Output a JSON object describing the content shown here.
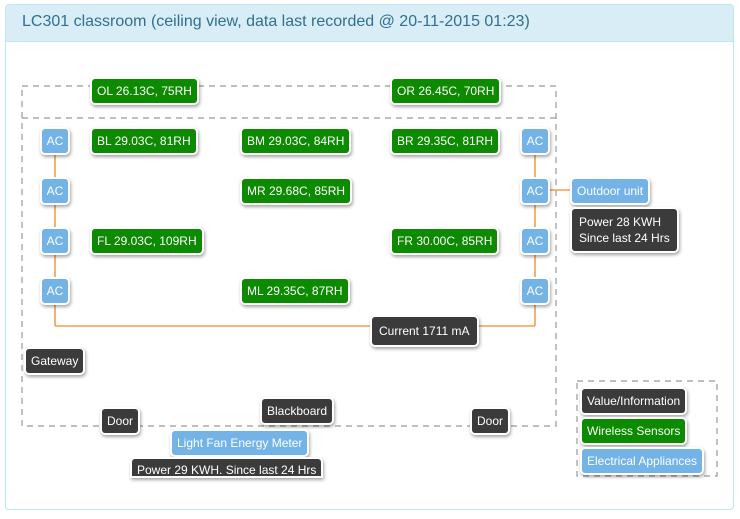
{
  "header": {
    "title": "LC301 classroom (ceiling view, data last recorded @ 20-11-2015 01:23)"
  },
  "sensors": {
    "ol": "OL 26.13C, 75RH",
    "or": "OR 26.45C, 70RH",
    "bl": "BL 29.03C, 81RH",
    "bm": "BM 29.03C, 84RH",
    "br": "BR 29.35C, 81RH",
    "mr": "MR 29.68C, 85RH",
    "fl": "FL 29.03C, 109RH",
    "fr": "FR 30.00C, 85RH",
    "ml": "ML 29.35C, 87RH"
  },
  "appliances": {
    "ac_label": "AC",
    "outdoor_unit": "Outdoor unit",
    "light_fan_meter": "Light Fan Energy Meter"
  },
  "info": {
    "outdoor_power_line1": "Power 28 KWH",
    "outdoor_power_line2": "Since last 24 Hrs",
    "current": "Current 1711 mA",
    "gateway": "Gateway",
    "door_left": "Door",
    "blackboard": "Blackboard",
    "door_right": "Door",
    "meter_power": "Power 29 KWH. Since last 24 Hrs"
  },
  "legend": {
    "value_information": "Value/Information",
    "wireless_sensors": "Wireless Sensors",
    "electrical_appliances": "Electrical Appliances"
  },
  "colors": {
    "sensor_green": "#0c8a00",
    "appliance_blue": "#73b3e6",
    "info_dark": "#3b3b3b",
    "wire_orange": "#f0a04b",
    "header_bg": "#d9edf7",
    "header_text": "#31708f"
  }
}
